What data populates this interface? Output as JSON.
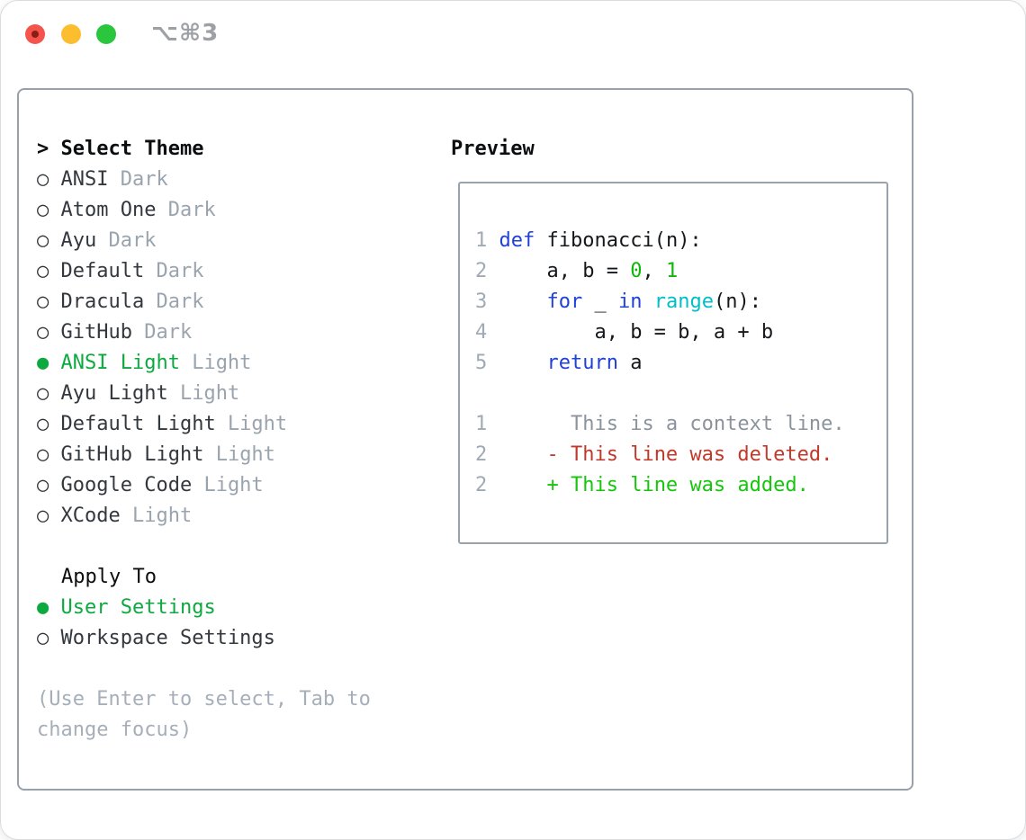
{
  "window": {
    "shortcut": "⌥⌘3",
    "traffic_lights": [
      "close",
      "minimize",
      "zoom"
    ]
  },
  "icons": {
    "bullet_selected": "●",
    "bullet_unselected": "○",
    "prompt": ">"
  },
  "colors": {
    "selection_green": "#0caa3e",
    "keyword_blue": "#2041d6",
    "function_cyan": "#00bfc9",
    "number_green": "#0fb70b",
    "added_green": "#16c60c",
    "deleted_red": "#c0392b",
    "muted_gray": "#9aa4ae",
    "panel_border": "#97a1ab"
  },
  "theme_selector": {
    "title": "Select Theme",
    "items": [
      {
        "name": "ANSI",
        "variant": "Dark",
        "selected": false
      },
      {
        "name": "Atom One",
        "variant": "Dark",
        "selected": false
      },
      {
        "name": "Ayu",
        "variant": "Dark",
        "selected": false
      },
      {
        "name": "Default",
        "variant": "Dark",
        "selected": false
      },
      {
        "name": "Dracula",
        "variant": "Dark",
        "selected": false
      },
      {
        "name": "GitHub",
        "variant": "Dark",
        "selected": false
      },
      {
        "name": "ANSI Light",
        "variant": "Light",
        "selected": true
      },
      {
        "name": "Ayu Light",
        "variant": "Light",
        "selected": false
      },
      {
        "name": "Default Light",
        "variant": "Light",
        "selected": false
      },
      {
        "name": "GitHub Light",
        "variant": "Light",
        "selected": false
      },
      {
        "name": "Google Code",
        "variant": "Light",
        "selected": false
      },
      {
        "name": "XCode",
        "variant": "Light",
        "selected": false
      }
    ],
    "apply_to": {
      "title": "Apply To",
      "options": [
        {
          "label": "User Settings",
          "selected": true
        },
        {
          "label": "Workspace Settings",
          "selected": false
        }
      ]
    },
    "help_lines": [
      "(Use Enter to select, Tab to",
      "change focus)"
    ]
  },
  "preview": {
    "title": "Preview",
    "code_lines": [
      {
        "number": "1",
        "segments": [
          {
            "text": "def",
            "style": "kw"
          },
          {
            "text": " fibonacci(n):",
            "style": "plain"
          }
        ]
      },
      {
        "number": "2",
        "segments": [
          {
            "text": "    a, b = ",
            "style": "plain"
          },
          {
            "text": "0",
            "style": "num"
          },
          {
            "text": ", ",
            "style": "plain"
          },
          {
            "text": "1",
            "style": "num"
          }
        ]
      },
      {
        "number": "3",
        "segments": [
          {
            "text": "    ",
            "style": "plain"
          },
          {
            "text": "for",
            "style": "kw"
          },
          {
            "text": " _ ",
            "style": "plain"
          },
          {
            "text": "in",
            "style": "kw"
          },
          {
            "text": " ",
            "style": "plain"
          },
          {
            "text": "range",
            "style": "fn"
          },
          {
            "text": "(n):",
            "style": "plain"
          }
        ]
      },
      {
        "number": "4",
        "segments": [
          {
            "text": "        a, b = b, a + b",
            "style": "plain"
          }
        ]
      },
      {
        "number": "5",
        "segments": [
          {
            "text": "    ",
            "style": "plain"
          },
          {
            "text": "return",
            "style": "kw"
          },
          {
            "text": " a",
            "style": "plain"
          }
        ]
      }
    ],
    "diff_lines": [
      {
        "number": "1",
        "segments": [
          {
            "text": "      This is a context line.",
            "style": "ctx"
          }
        ]
      },
      {
        "number": "2",
        "segments": [
          {
            "text": "    ",
            "style": "plain"
          },
          {
            "text": "- This line was deleted.",
            "style": "del"
          }
        ]
      },
      {
        "number": "2",
        "segments": [
          {
            "text": "    ",
            "style": "plain"
          },
          {
            "text": "+ This line was added.",
            "style": "add"
          }
        ]
      }
    ]
  }
}
